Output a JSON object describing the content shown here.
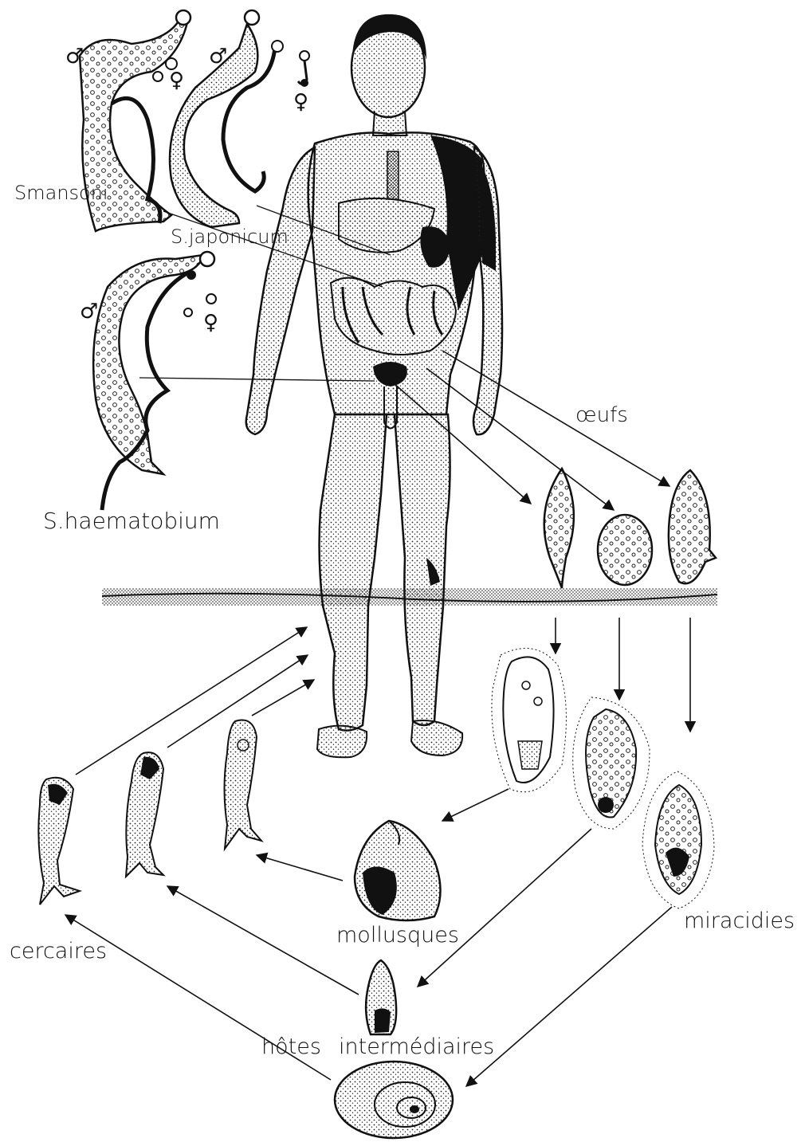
{
  "labels": {
    "s_mansoni": "Smansoni",
    "s_japonicum": "S.japonicum",
    "s_haematobium": "S.haematobium",
    "oeufs": "œufs",
    "miracidies": "miracidies",
    "mollusques": "mollusques",
    "cercaires": "cercaires",
    "hotes": "hôtes",
    "intermediaires": "intermédiaires"
  },
  "symbols": {
    "male": "♂",
    "female": "♀"
  },
  "colors": {
    "ink": "#111111",
    "paper": "#ffffff"
  }
}
